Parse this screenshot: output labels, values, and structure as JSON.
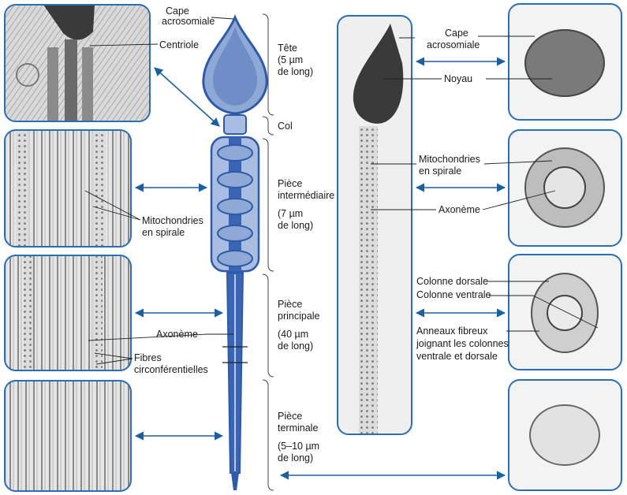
{
  "sperm_labels": {
    "acrosome_cap": [
      "Cape",
      "acrosomiale"
    ],
    "centriole": "Centriole",
    "mitochondria": [
      "Mitochondries",
      "en spirale"
    ],
    "axoneme": "Axonème",
    "circumferential_fibres": [
      "Fibres",
      "circonférentielles"
    ]
  },
  "regions": {
    "head": [
      "Tête",
      "(5 µm",
      "de long)"
    ],
    "neck": "Col",
    "middle_piece": [
      "Pièce",
      "intermédiaire",
      "(7 µm",
      "de long)"
    ],
    "principal_piece": [
      "Pièce",
      "principale",
      "(40 µm",
      "de long)"
    ],
    "end_piece": [
      "Pièce",
      "terminale",
      "(5–10 µm",
      "de long)"
    ]
  },
  "micrograph_labels": {
    "acrosome_cap": [
      "Cape",
      "acrosomiale"
    ],
    "nucleus": "Noyau",
    "mitochondria": [
      "Mitochondries",
      "en spirale"
    ],
    "axoneme": "Axonème",
    "dorsal_column": "Colonne dorsale",
    "ventral_column": "Colonne ventrale",
    "fibrous_rings": [
      "Anneaux fibreux",
      "joignant les colonnes",
      "ventrale et dorsale"
    ]
  },
  "colors": {
    "frame": "#2a6fb5",
    "sperm_fill": "#8fa9d6",
    "sperm_dark": "#2e5aa8",
    "arrow": "#1b5fa3"
  }
}
